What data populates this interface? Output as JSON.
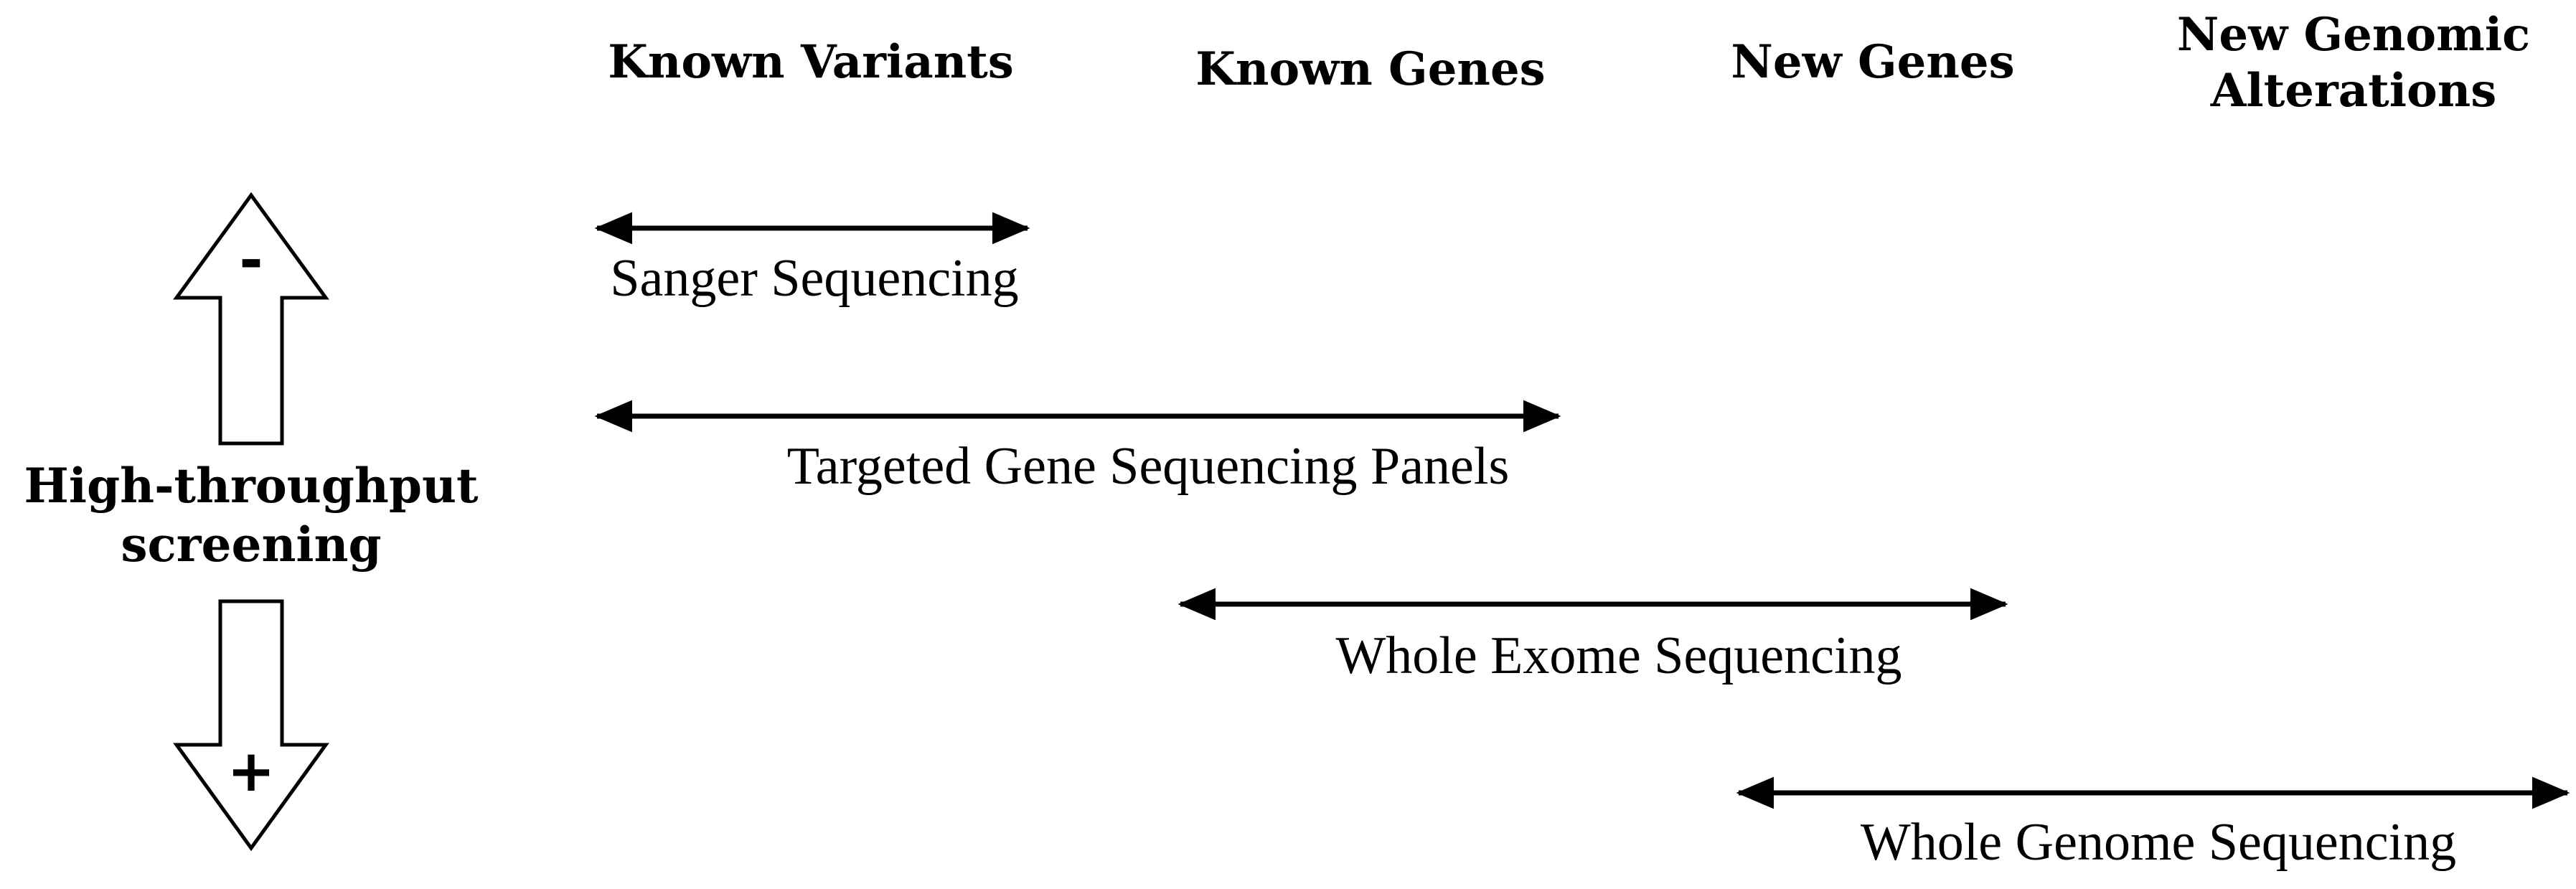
{
  "columns": {
    "known_variants": "Known Variants",
    "known_genes": "Known Genes",
    "new_genes": "New Genes",
    "new_genomic_alterations": [
      "New Genomic",
      "Alterations"
    ]
  },
  "techniques": [
    {
      "label": "Sanger Sequencing",
      "covers": [
        "Known Variants"
      ]
    },
    {
      "label": "Targeted Gene Sequencing Panels",
      "covers": [
        "Known Variants",
        "Known Genes"
      ]
    },
    {
      "label": "Whole Exome Sequencing",
      "covers": [
        "Known Genes",
        "New Genes"
      ]
    },
    {
      "label": "Whole Genome Sequencing",
      "covers": [
        "New Genes",
        "New Genomic Alterations"
      ]
    }
  ],
  "axis": {
    "label_line1": "High-throughput",
    "label_line2": "screening",
    "top_sign": "-",
    "bottom_sign": "+"
  }
}
